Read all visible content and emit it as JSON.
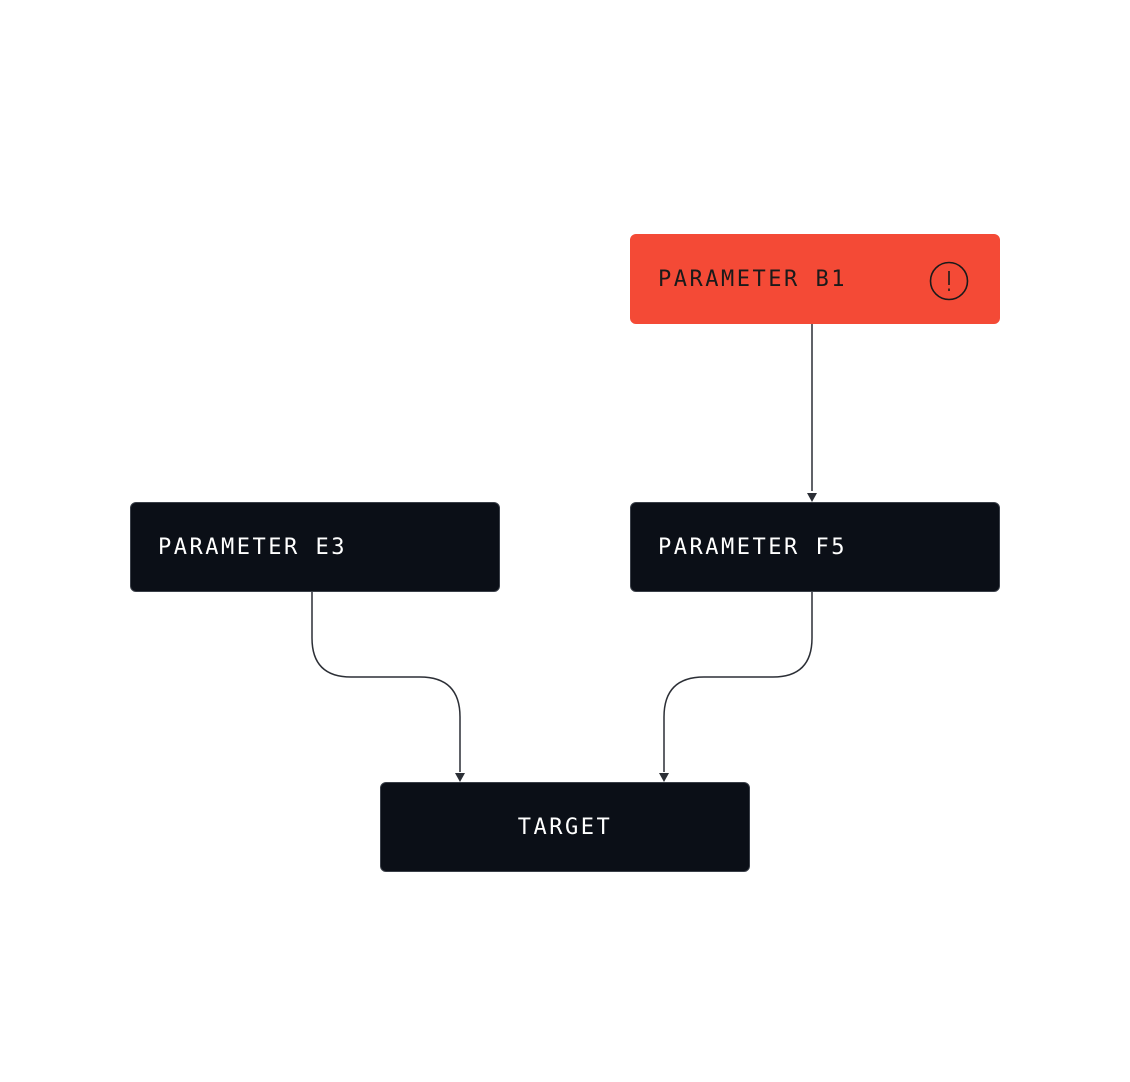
{
  "diagram": {
    "colors": {
      "node_dark": "#0b0f17",
      "node_alert": "#f44a36",
      "edge": "#2c2f36",
      "background": "#ffffff"
    },
    "nodes": {
      "b1": {
        "label": "PARAMETER B1",
        "status": "alert",
        "icon": "alert-circle-icon"
      },
      "e3": {
        "label": "PARAMETER E3",
        "status": "normal"
      },
      "f5": {
        "label": "PARAMETER F5",
        "status": "normal"
      },
      "target": {
        "label": "TARGET",
        "status": "normal"
      }
    },
    "edges": [
      {
        "from": "PARAMETER B1",
        "to": "PARAMETER F5"
      },
      {
        "from": "PARAMETER E3",
        "to": "TARGET"
      },
      {
        "from": "PARAMETER F5",
        "to": "TARGET"
      }
    ]
  }
}
